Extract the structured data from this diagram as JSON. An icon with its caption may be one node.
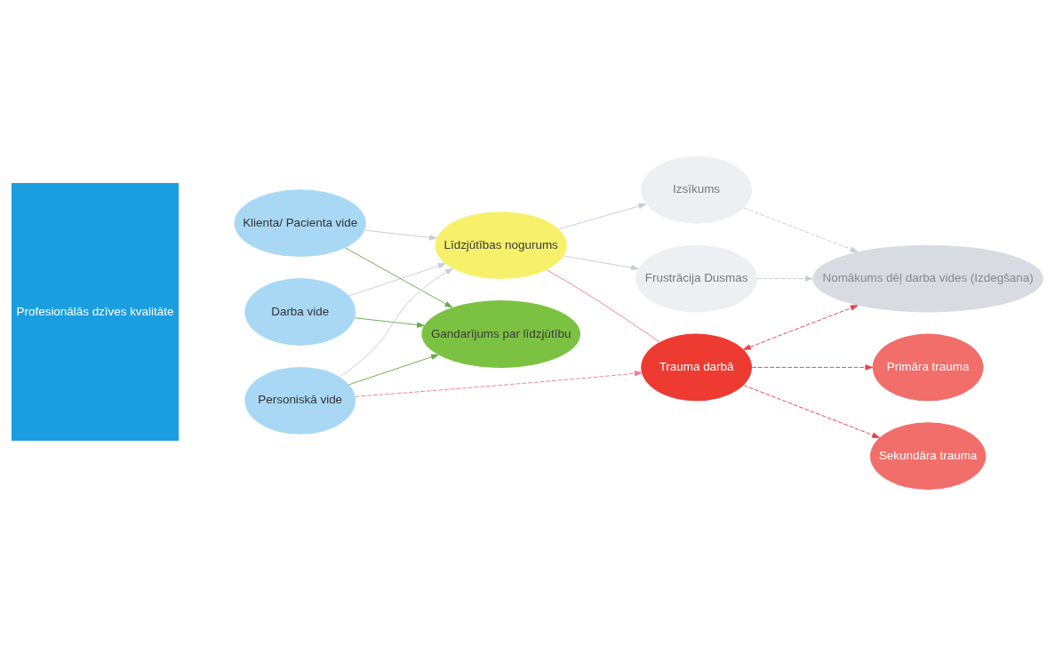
{
  "diagram": {
    "nodes": [
      {
        "text": [
          "Profesionālās dzīves kvalitāte"
        ]
      },
      {
        "text": [
          "Darba vide"
        ]
      },
      {
        "text": [
          "Klienta/ Pacienta vide"
        ]
      },
      {
        "text": [
          "Personiskā vide"
        ]
      },
      {
        "text": [
          "Gandarījums par līdzjūtību"
        ]
      },
      {
        "text": [
          "Līdzjūtības nogurums"
        ]
      },
      {
        "text": [
          "Izsīkums"
        ]
      },
      {
        "text": [
          "Frustrācija Dusmas"
        ]
      },
      {
        "text": [
          "Nomākums dēļ darba vides (Izdegšana)"
        ]
      },
      {
        "text": [
          "Trauma darbā"
        ]
      },
      {
        "text": [
          "Sekundāra trauma"
        ]
      },
      {
        "text": [
          "Primāra trauma"
        ]
      }
    ],
    "edges": [
      {
        "from": 1,
        "to": 4,
        "arrow": "to",
        "color": "#6aaa4a"
      },
      {
        "from": 2,
        "to": 4,
        "arrow": "to",
        "color": "#6aaa4a"
      },
      {
        "from": 3,
        "to": 4,
        "arrow": "to",
        "color": "#6aaa4a"
      },
      {
        "from": 1,
        "to": 5,
        "arrow": "to"
      },
      {
        "from": 2,
        "to": 5,
        "arrow": "to"
      },
      {
        "from": 3,
        "to": 5,
        "arrow": "to"
      },
      {
        "from": 5,
        "to": 6,
        "arrow": "to"
      },
      {
        "from": 5,
        "to": 7,
        "arrow": "to"
      },
      {
        "from": 6,
        "to": 8,
        "arrow": "to",
        "style": "dashed"
      },
      {
        "from": 7,
        "to": 8,
        "arrow": "to",
        "style": "dashed"
      },
      {
        "from": 5,
        "to": 9,
        "arrow": "none",
        "color": "#f08090"
      },
      {
        "from": 3,
        "to": 9,
        "arrow": "to",
        "style": "dashed",
        "color": "#f08090"
      },
      {
        "from": 9,
        "to": 8,
        "arrow": "both",
        "style": "dashed",
        "color": "#e8424a"
      },
      {
        "from": 9,
        "to": 10,
        "arrow": "to",
        "style": "dashed",
        "color": "#e8424a"
      },
      {
        "from": 9,
        "to": 11,
        "arrow": "to",
        "style": "dashed",
        "color": "#e8424a"
      }
    ]
  }
}
